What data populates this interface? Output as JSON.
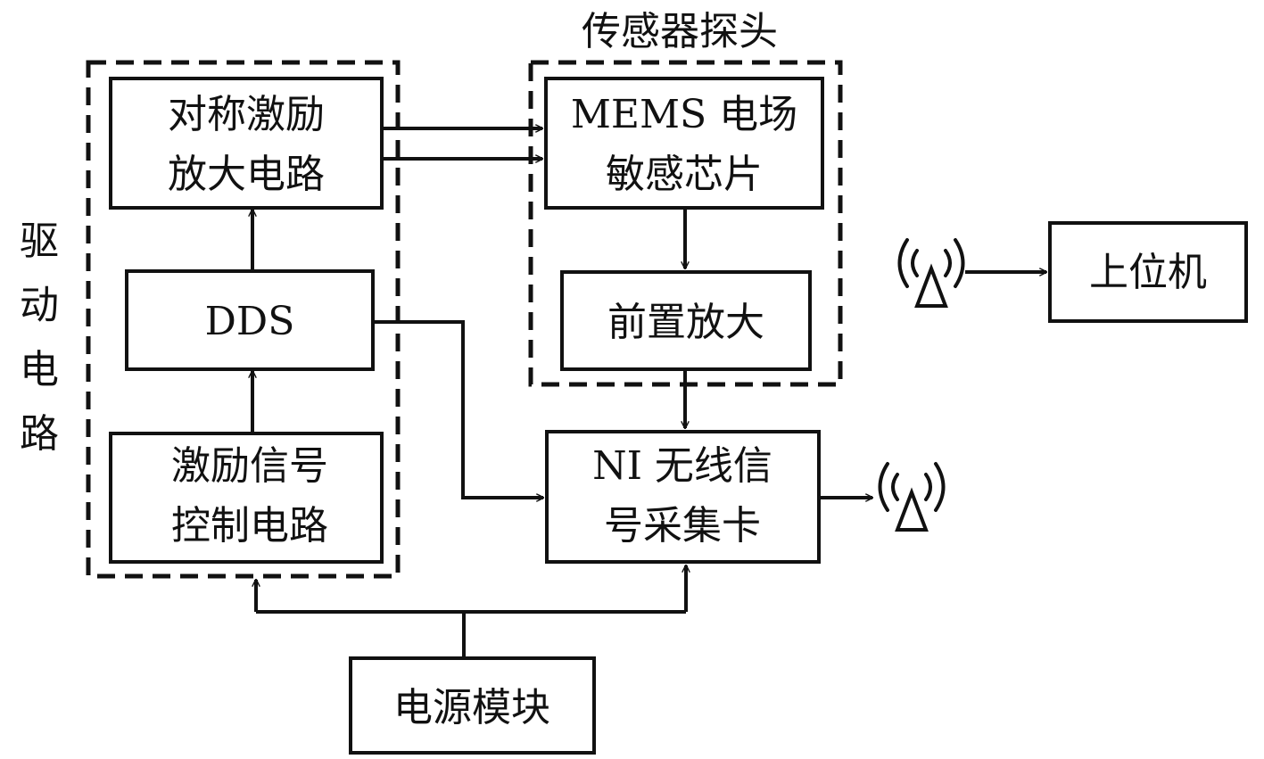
{
  "groups": {
    "drive": {
      "label_chars": [
        "驱",
        "动",
        "电",
        "路"
      ]
    },
    "probe": {
      "label": "传感器探头"
    }
  },
  "blocks": {
    "sym_amp": {
      "lines": [
        "对称激励",
        "放大电路"
      ]
    },
    "dds": {
      "lines": [
        "DDS"
      ]
    },
    "exc_ctrl": {
      "lines": [
        "激励信号",
        "控制电路"
      ]
    },
    "mems": {
      "lines": [
        "MEMS 电场",
        "敏感芯片"
      ]
    },
    "preamp": {
      "lines": [
        "前置放大"
      ]
    },
    "ni_daq": {
      "lines": [
        "NI 无线信",
        "号采集卡"
      ]
    },
    "host": {
      "lines": [
        "上位机"
      ]
    },
    "power": {
      "lines": [
        "电源模块"
      ]
    }
  },
  "icons": [
    "antenna-icon",
    "antenna-icon"
  ],
  "colors": {
    "stroke": "#111111",
    "background": "#ffffff"
  }
}
